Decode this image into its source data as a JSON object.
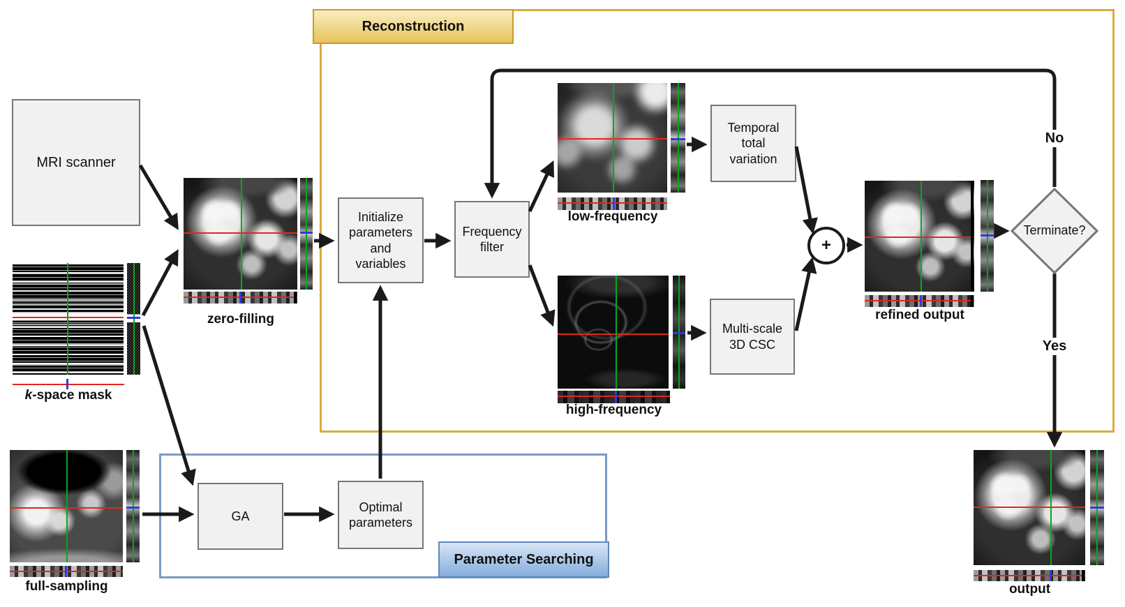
{
  "containers": {
    "reconstruction": {
      "label": "Reconstruction"
    },
    "parameter_searching": {
      "label": "Parameter Searching"
    }
  },
  "boxes": {
    "mri_scanner": "MRI scanner",
    "initialize": "Initialize parameters and variables",
    "frequency_filter": "Frequency filter",
    "temporal_total_variation": "Temporal total variation",
    "multi_scale_3d_csc": "Multi-scale 3D CSC",
    "ga": "GA",
    "optimal_parameters": "Optimal parameters"
  },
  "thumbs": {
    "zero_filling": {
      "caption": "zero-filling"
    },
    "k_space_mask": {
      "caption_italic": "k",
      "caption_rest": "-space mask"
    },
    "full_sampling": {
      "caption": "full-sampling"
    },
    "low_frequency": {
      "caption": "low-frequency"
    },
    "high_frequency": {
      "caption": "high-frequency"
    },
    "refined_output": {
      "caption": "refined output"
    },
    "output": {
      "caption": "output"
    }
  },
  "decision": {
    "label": "Terminate?",
    "no": "No",
    "yes": "Yes"
  },
  "operator": {
    "sum": "+"
  },
  "colors": {
    "gold_border": "#D8AC3F",
    "gold_label_top": "#F9EDC2",
    "gold_label_bottom": "#E8C35A",
    "gold_label_border": "#C89B2E",
    "blue_border": "#7A99C7",
    "blue_label_top": "#D8E6F6",
    "blue_label_bottom": "#85ADDC",
    "blue_label_border": "#5E88BC",
    "box_fill": "#F1F1F1",
    "box_border": "#767676",
    "arrow": "#1A1A1A",
    "red": "#E4251C",
    "green": "#07A81C",
    "blue": "#2E3BD8"
  }
}
